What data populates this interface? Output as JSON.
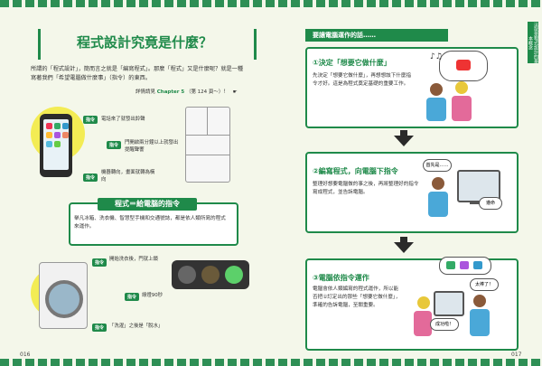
{
  "left": {
    "title": "程式設計究竟是什麼？",
    "intro": "所謂的「程式設計」，簡而言之就是「編寫程式」。那麼「程式」又是什麼呢？就是一種寫著我們「希望電腦做什麼事」（指令）的東西。",
    "ref": "詳情請見",
    "ref_chapter": "Chapter 5",
    "ref_page": "（第 124 頁～）！",
    "tag": "指令",
    "phone_cmd1": "電話來了就發出鈴聲",
    "phone_cmd2": "門開啟兩分鐘以上就發出提醒聲響",
    "phone_cmd3": "機器轉向，畫面就轉為橫向",
    "box_title": "程式＝給電腦的指令",
    "box_body": "舉凡冰箱、洗衣機、智慧型手機和交通號誌，都是依人類所寫的程式來運作。",
    "wash_cmd1": "開始洗衣後，門就上鎖",
    "wash_cmd2": "綠燈90秒",
    "wash_cmd3": "「洗濯」之後是「脫水」",
    "page": "016"
  },
  "right": {
    "header": "要讓電腦運作的話……",
    "s1_title": "①決定「想要它做什麼」",
    "s1_body": "先決定「想要它做什麼」，再想想該下什麼指令才好。這是為程式奠定基礎的重要工作。",
    "s2_title": "②編寫程式，向電腦下指令",
    "s2_body": "整理好想要電腦做的事之後，再將整理好的指令寫成程式，並告訴電腦。",
    "s2_bubble1": "首先是……",
    "s2_bubble2": "遵命",
    "s3_title": "③電腦依指令運作",
    "s3_body": "電腦會依人類編寫的程式運作，所以能否把①訂定出的那些「想要它做什麼」，準確的告訴電腦，至關重要。",
    "s3_bubble1": "太棒了！",
    "s3_bubble2": "成功啦！",
    "sidebar": "這就是程式設計的基本概念",
    "page": "017"
  }
}
